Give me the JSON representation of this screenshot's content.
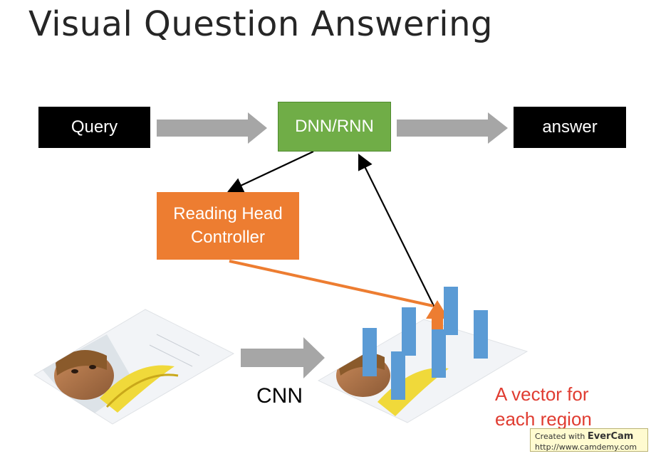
{
  "title": "Visual Question Answering",
  "nodes": {
    "query": "Query",
    "dnn": "DNN/RNN",
    "answer": "answer",
    "reading_head_line1": "Reading Head",
    "reading_head_line2": "Controller"
  },
  "labels": {
    "cnn": "CNN",
    "vector_line1": "A vector for",
    "vector_line2": "each region"
  },
  "watermark": {
    "line1_prefix": "Created with ",
    "brand": "EverCam",
    "line2": "http://www.camdemy.com"
  },
  "colors": {
    "black_box": "#000000",
    "dnn_green": "#70ad47",
    "controller_orange": "#ed7d31",
    "gray_arrow": "#a6a6a6",
    "vector_blue": "#5b9bd5",
    "red_text": "#e03c31"
  },
  "image_description_icons": [
    "photo-of-child-with-banana-icon",
    "photo-with-region-vectors-icon"
  ]
}
